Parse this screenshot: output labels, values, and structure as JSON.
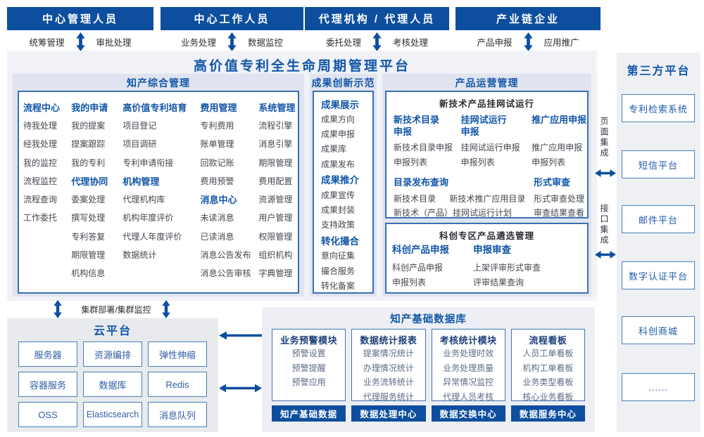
{
  "platform_title": "高价值专利全生命周期管理平台",
  "roles": [
    {
      "title": "中心管理人员",
      "left_label": "统筹管理",
      "right_label": "审批处理"
    },
    {
      "title": "中心工作人员",
      "left_label": "业务处理",
      "right_label": "数据监控"
    },
    {
      "title": "代理机构 / 代理人员",
      "left_label": "委托处理",
      "right_label": "考核处理"
    },
    {
      "title": "产业链企业",
      "left_label": "产品申报",
      "right_label": "应用推广"
    }
  ],
  "ip_management": {
    "title": "知产综合管理",
    "columns": [
      {
        "groups": [
          {
            "header": "流程中心",
            "items": [
              "待我处理",
              "经我处理",
              "我的监控",
              "流程监控",
              "流程查询",
              "工作委托"
            ]
          }
        ]
      },
      {
        "groups": [
          {
            "header": "我的申请",
            "items": [
              "我的提案",
              "提案跟踪",
              "我的专利"
            ]
          },
          {
            "header": "代理协同",
            "items": [
              "委案处理",
              "撰写处理",
              "专利答复",
              "期限管理",
              "机构信息"
            ]
          }
        ]
      },
      {
        "groups": [
          {
            "header": "高价值专利培育",
            "items": [
              "项目登记",
              "项目调研",
              "专利申请衔接"
            ]
          },
          {
            "header": "机构管理",
            "items": [
              "代理机构库",
              "机构年度评价",
              "代理人年度评价",
              "数据统计"
            ]
          }
        ]
      },
      {
        "groups": [
          {
            "header": "费用管理",
            "items": [
              "专利费用",
              "账单管理",
              "回款记账",
              "费用预警"
            ]
          },
          {
            "header": "消息中心",
            "items": [
              "未读消息",
              "已读消息",
              "消息公告发布",
              "消息公告审核"
            ]
          }
        ]
      },
      {
        "groups": [
          {
            "header": "系统管理",
            "items": [
              "流程引擎",
              "消息引擎",
              "期限管理",
              "费用配置",
              "资源管理",
              "用户管理",
              "权限管理",
              "组织机构",
              "字典管理"
            ]
          }
        ]
      }
    ]
  },
  "achievement": {
    "title": "成果创新示范",
    "groups": [
      {
        "header": "成果展示",
        "items": [
          "成果方向",
          "成果申报",
          "成果库",
          "成果发布"
        ]
      },
      {
        "header": "成果推介",
        "items": [
          "成果宣传",
          "成果封装",
          "支持政策"
        ]
      },
      {
        "header": "转化撮合",
        "items": [
          "意向征集",
          "撮合服务",
          "转化备案"
        ]
      }
    ]
  },
  "product_ops": {
    "title": "产品运营管理",
    "trial_box": {
      "title": "新技术产品挂网试运行",
      "columns": [
        {
          "header": "新技术目录申报",
          "items": [
            "新技术目录申报",
            "申报列表"
          ]
        },
        {
          "header": "挂网试运行申报",
          "items": [
            "挂网试运行申报",
            "申报列表"
          ]
        },
        {
          "header": "推广应用申报",
          "items": [
            "推广应用申报",
            "申报列表"
          ]
        }
      ],
      "catalog": {
        "header": "目录发布查询",
        "line1": [
          "新技术目录",
          "新技术推广应用目录"
        ],
        "line2": "新技术（产品）挂网试运行计划"
      },
      "review": {
        "header": "形式审查",
        "items": [
          "形式审查处理",
          "审查结果查看"
        ]
      }
    },
    "selection_box": {
      "title": "科创专区产品遴选管理",
      "columns": [
        {
          "header": "科创产品申报",
          "items": [
            "科创产品申报",
            "申报列表"
          ]
        },
        {
          "header": "申报审查",
          "items": [
            "上架评审形式审查",
            "评审结果查询"
          ]
        }
      ]
    }
  },
  "cluster_label": "集群部署/集群监控",
  "cloud": {
    "title": "云平台",
    "cells": [
      "服务器",
      "资源编排",
      "弹性伸缩",
      "容器服务",
      "数据库",
      "Redis",
      "OSS",
      "Elasticsearch",
      "消息队列"
    ]
  },
  "data_center": {
    "title": "知产基础数据库",
    "modules": [
      {
        "header": "业务预警模块",
        "items": [
          "预警设置",
          "预警提醒",
          "预警应用"
        ]
      },
      {
        "header": "数据统计报表",
        "items": [
          "提案情况统计",
          "办理情况统计",
          "业务流转统计",
          "代理服务统计"
        ]
      },
      {
        "header": "考核统计模块",
        "items": [
          "业务处理时效",
          "业务处理质量",
          "异常情况监控",
          "代理人员考核"
        ]
      },
      {
        "header": "流程看板",
        "items": [
          "人员工单看板",
          "机构工单看板",
          "业务类型看板",
          "核心业务看板"
        ]
      }
    ],
    "bars": [
      "知产基础数据",
      "数据处理中心",
      "数据交换中心",
      "数据服务中心"
    ]
  },
  "integration": {
    "page_label": "页面集成",
    "api_label": "接口集成"
  },
  "third_party": {
    "title": "第三方平台",
    "platforms": [
      "专利检索系统",
      "短信平台",
      "邮件平台",
      "数字认证平台",
      "科创商城",
      "......"
    ]
  },
  "colors": {
    "primary_blue": "#0d4e9e",
    "title_blue": "#1256a8",
    "border_blue": "#3a70b4",
    "panel_bg": "#f0f2f7",
    "section_bg": "#e0e4f0"
  }
}
